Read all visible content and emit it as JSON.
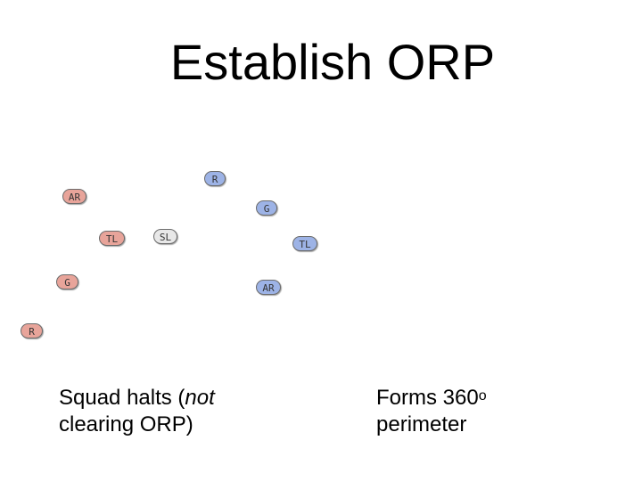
{
  "title": "Establish ORP",
  "colors": {
    "red": "#e8a49a",
    "blue": "#9db3e6",
    "neutral": "#e8e8e8"
  },
  "nodes": [
    {
      "label": "R",
      "color": "blue"
    },
    {
      "label": "AR",
      "color": "red"
    },
    {
      "label": "G",
      "color": "blue"
    },
    {
      "label": "TL",
      "color": "red"
    },
    {
      "label": "SL",
      "color": "neutral"
    },
    {
      "label": "TL",
      "color": "blue"
    },
    {
      "label": "G",
      "color": "red"
    },
    {
      "label": "AR",
      "color": "blue"
    },
    {
      "label": "R",
      "color": "red"
    }
  ],
  "captions": {
    "left": {
      "line1_prefix": "Squad halts (",
      "line1_italic": "not",
      "line2": "clearing ORP)"
    },
    "right": {
      "line1_prefix": "Forms 360",
      "degree": "o",
      "line2": "perimeter"
    }
  }
}
